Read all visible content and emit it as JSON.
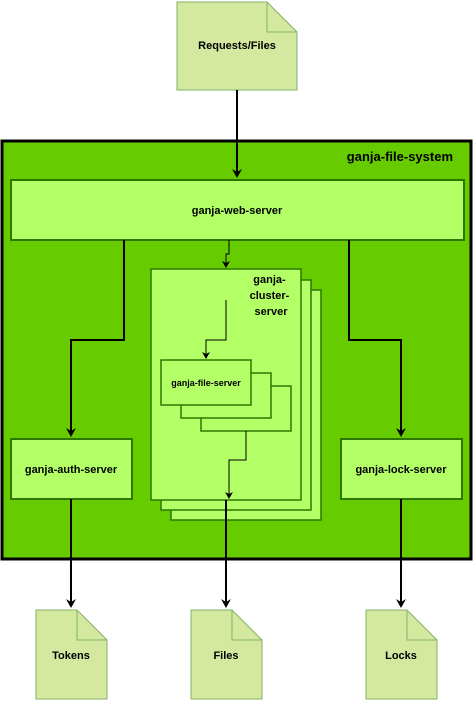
{
  "diagram": {
    "system_label": "ganja-file-system",
    "nodes": {
      "requests_files": "Requests/Files",
      "web_server": "ganja-web-server",
      "cluster_server": [
        "ganja-",
        "cluster-",
        "server"
      ],
      "file_server": "ganja-file-server",
      "auth_server": "ganja-auth-server",
      "lock_server": "ganja-lock-server",
      "tokens": "Tokens",
      "files": "Files",
      "locks": "Locks"
    },
    "colors": {
      "system_fill": "#66cc00",
      "box_fill": "#b3ff66",
      "doc_fill": "#d5e8a0",
      "stroke": "#2d7600",
      "doc_stroke": "#82b366",
      "edge": "#000000"
    }
  }
}
